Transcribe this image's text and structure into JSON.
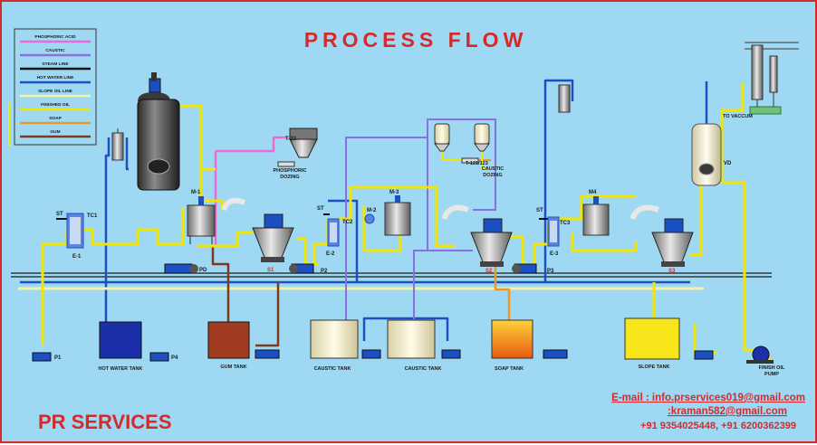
{
  "title": "PROCESS FLOW",
  "company": "PR SERVICES",
  "contact": {
    "email1": "E-mail : info.prservices019@gmail.com",
    "email2": ":kraman582@gmail.com",
    "phones": "+91 9354025448,  +91 6200362399"
  },
  "legend": [
    {
      "label": "PHOSPHORIC ACID",
      "color": "#e86bd6"
    },
    {
      "label": "CAUSTIC",
      "color": "#8a6fe0"
    },
    {
      "label": "STEAM LINE",
      "color": "#111111"
    },
    {
      "label": "HOT WATER LINE",
      "color": "#1b4fc4"
    },
    {
      "label": "SLOPE OIL LINE",
      "color": "#f4f1a8"
    },
    {
      "label": "FINISHED OIL",
      "color": "#f2e600"
    },
    {
      "label": "SOAP",
      "color": "#e79a2a"
    },
    {
      "label": "GUM",
      "color": "#7a3b22"
    }
  ],
  "labels": {
    "t23": "T-23",
    "phosphoric_dozing_1": "PHOSPHORIC",
    "phosphoric_dozing_2": "DOZING",
    "t121": "T-121/123",
    "caustic_dozing_1": "CAUSTIC",
    "caustic_dozing_2": "DOZING",
    "to_vaccum": "TO VACCUM",
    "vd": "VD",
    "st1": "ST",
    "tc1": "TC1",
    "e1": "E-1",
    "m1": "M-1",
    "pd": "PD",
    "s1": "S1",
    "p2": "P2",
    "st2": "ST",
    "tc2": "TC2",
    "e2": "E-2",
    "m2": "M-2",
    "m3": "M-3",
    "s2": "S2",
    "st3": "ST",
    "tc3": "TC3",
    "e3": "E-3",
    "p3": "P3",
    "m4": "M4",
    "s3": "S3",
    "p1": "P1",
    "p4": "P4",
    "hot_water_tank": "HOT WATER TANK",
    "gum_tank": "GUM TANK",
    "caustic_tank_1": "CAUSTIC TANK",
    "caustic_tank_2": "CAUSTIC TANK",
    "soap_tank": "SOAP TANK",
    "slope_tank": "SLOPE TANK",
    "finish_oil_pump_1": "FINISH OIL",
    "finish_oil_pump_2": "PUMP"
  }
}
